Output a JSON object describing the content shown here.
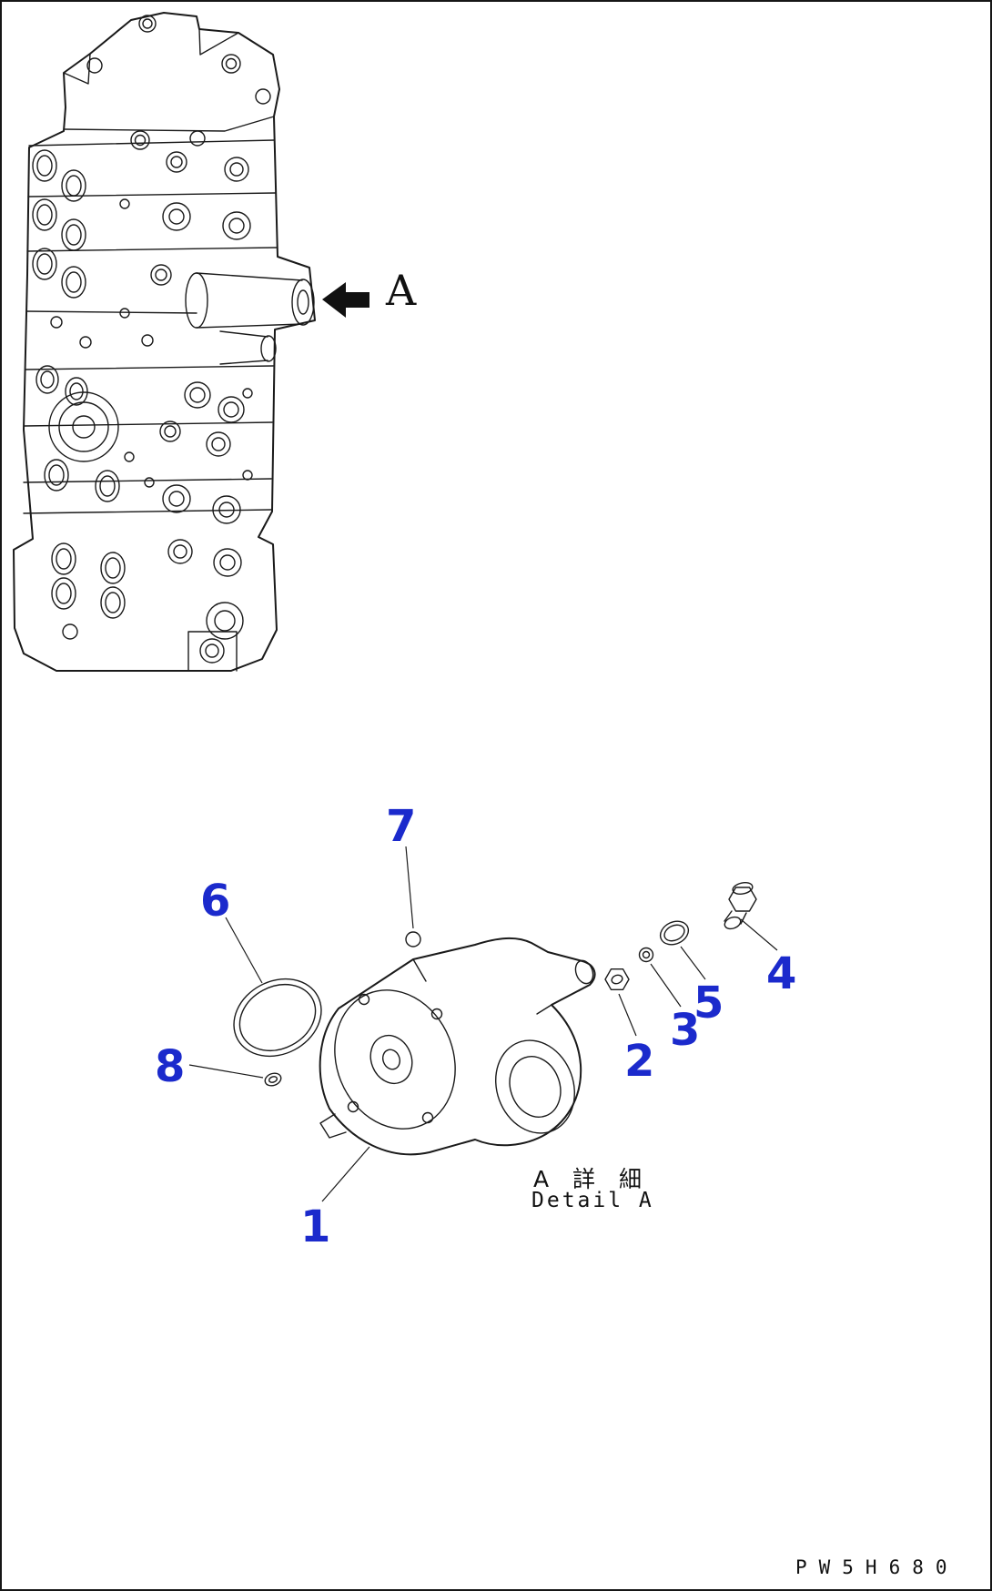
{
  "page": {
    "part_code": "PW5H680"
  },
  "colors": {
    "callout_blue": "#1b2acc",
    "line_dark": "#1a1a1a",
    "background": "#ffffff"
  },
  "view_arrow": {
    "label": "A"
  },
  "detail_view": {
    "caption_jp": "A 詳 細",
    "caption_en": "Detail A"
  },
  "callouts": [
    {
      "num": "1"
    },
    {
      "num": "2"
    },
    {
      "num": "3"
    },
    {
      "num": "4"
    },
    {
      "num": "5"
    },
    {
      "num": "6"
    },
    {
      "num": "7"
    },
    {
      "num": "8"
    }
  ]
}
